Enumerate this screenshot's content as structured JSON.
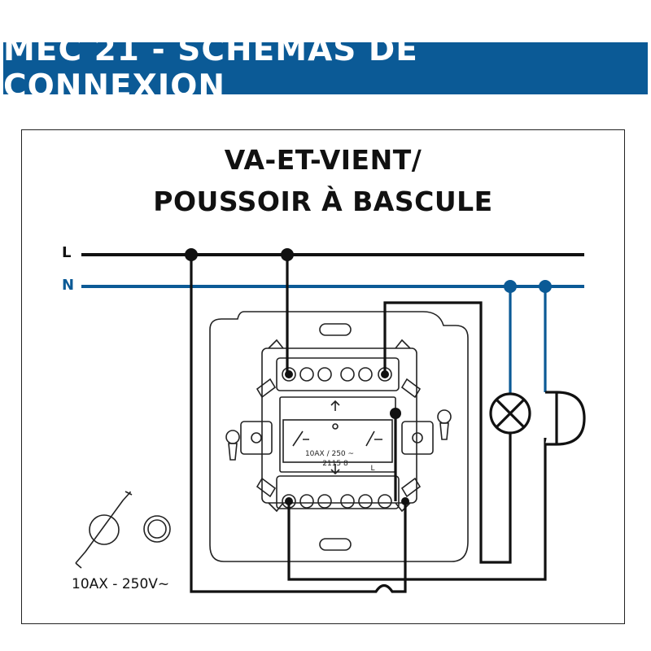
{
  "header": {
    "title": "MEC 21 - SCHÉMAS DE CONNEXION"
  },
  "diagram": {
    "title_line1": "VA-ET-VIENT/",
    "title_line2": "POUSSOIR À BASCULE",
    "line_label_L": "L",
    "line_label_N": "N",
    "rating": "10AX - 250V~",
    "device_rating": "10AX / 250 ~",
    "device_ref": "2115 8",
    "terminal_label": "L"
  },
  "colors": {
    "banner": "#0b5a96",
    "neutral": "#0b5a96",
    "live": "#111111"
  },
  "icons": [
    "lamp-icon",
    "bell-icon",
    "switch-module-icon",
    "pilot-light-icon",
    "switch-symbol-icon"
  ]
}
